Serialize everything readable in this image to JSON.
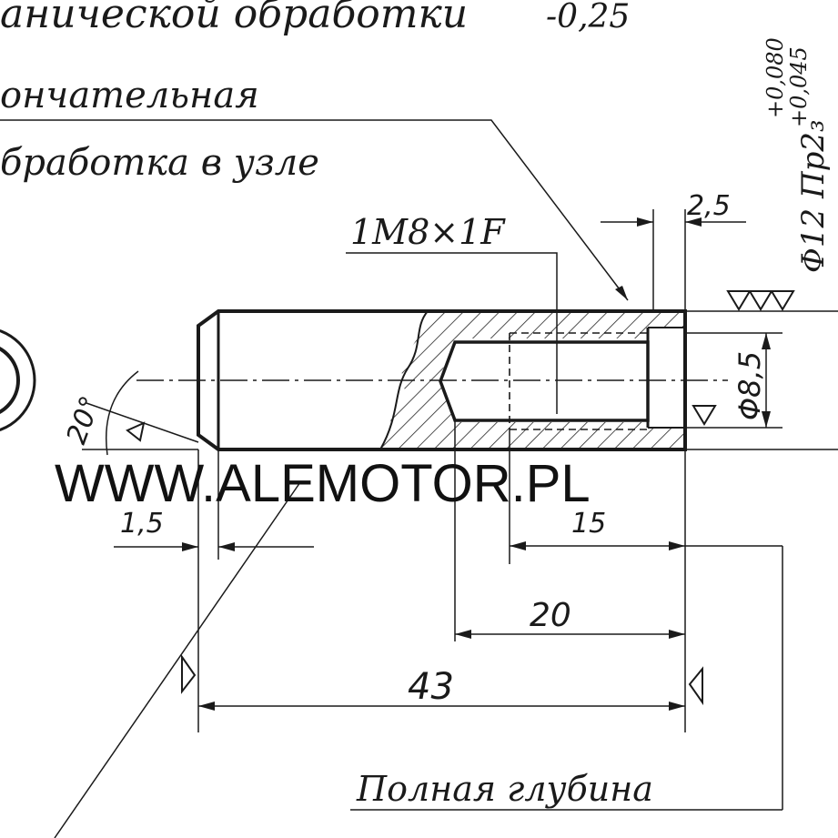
{
  "notes": {
    "line1": "анической обработки",
    "line1_tol": "-0,25",
    "line2": "ончательная",
    "line3": "бработка в узле",
    "full_depth": "Полная глубина"
  },
  "thread": {
    "label": "1М8×1F"
  },
  "fit": {
    "label": "Φ12 Пр2₃",
    "upper": "+0,080",
    "lower": "+0,045"
  },
  "dimensions": {
    "chamfer_right": "2,5",
    "bore_dia": "Φ8,5",
    "angle": "20°",
    "chamfer_left": "1,5",
    "thread_len": "15",
    "hole_depth": "20",
    "overall": "43"
  },
  "watermark": "WWW.ALEMOTOR.PL"
}
